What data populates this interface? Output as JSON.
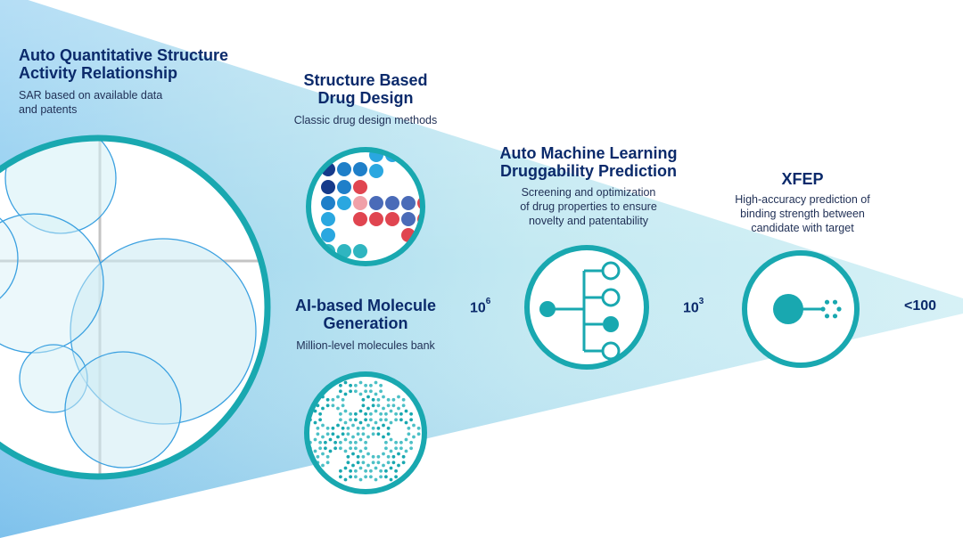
{
  "stages": {
    "qsar": {
      "title_line1": "Auto Quantitative Structure",
      "title_line2": "Activity Relationship",
      "desc_line1": "SAR based on available data",
      "desc_line2": "and patents"
    },
    "sbdd": {
      "title_line1": "Structure Based",
      "title_line2": "Drug Design",
      "desc": "Classic drug design methods"
    },
    "ai_gen": {
      "title_line1": "AI-based Molecule",
      "title_line2": "Generation",
      "desc": "Million-level molecules bank"
    },
    "automl": {
      "title_line1": "Auto Machine Learning",
      "title_line2": "Druggability Prediction",
      "desc_line1": "Screening and optimization",
      "desc_line2": "of drug properties to ensure",
      "desc_line3": "novelty and patentability"
    },
    "xfep": {
      "title": "XFEP",
      "desc_line1": "High-accuracy prediction of",
      "desc_line2": "binding strength between",
      "desc_line3": "candidate with target"
    }
  },
  "counts": {
    "c1_base": "10",
    "c1_exp": "6",
    "c2_base": "10",
    "c2_exp": "3",
    "c3": "<100"
  },
  "colors": {
    "accent_teal": "#19a8b0",
    "funnel_light": "#cdeef5",
    "funnel_blue": "#6fb8e8",
    "title_navy": "#0b2a6b"
  }
}
